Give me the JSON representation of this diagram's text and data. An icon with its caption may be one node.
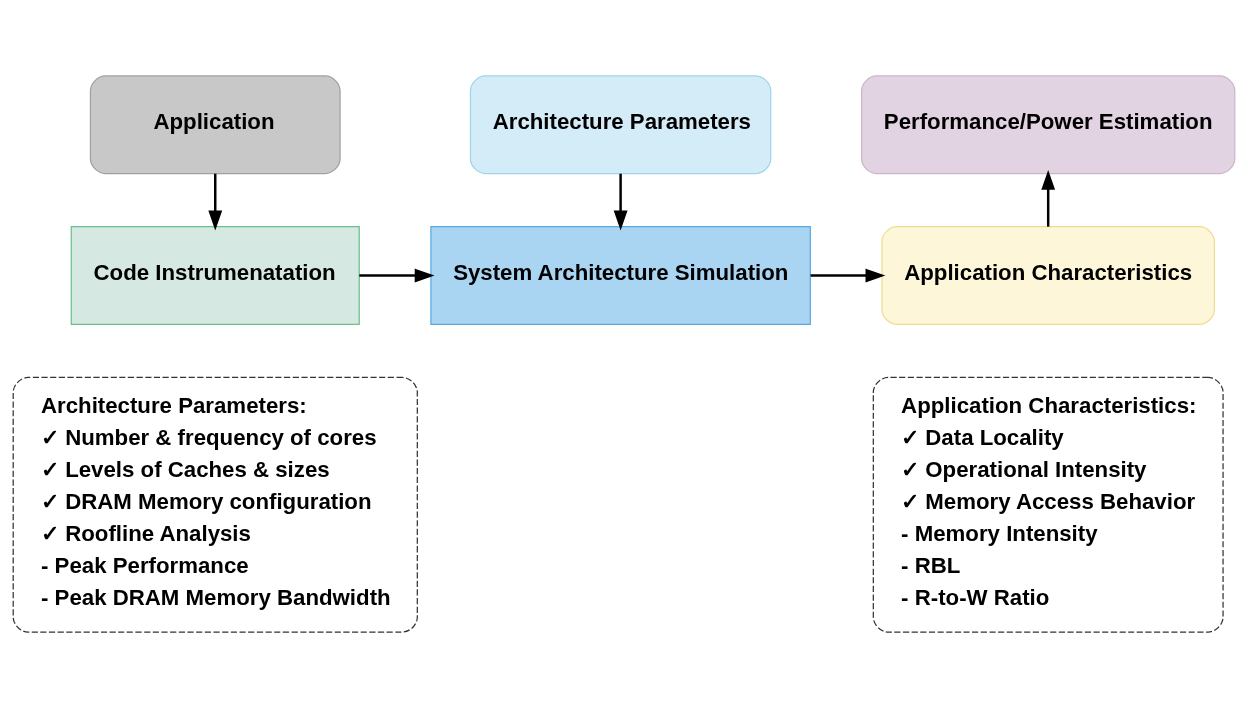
{
  "diagram": {
    "nodes": [
      {
        "text": [
          "Application"
        ]
      },
      {
        "text": [
          "Architecture Parameters"
        ]
      },
      {
        "text": [
          "Performance/Power Estimation"
        ]
      },
      {
        "text": [
          "Code Instrumenatation"
        ]
      },
      {
        "text": [
          "System Architecture Simulation"
        ]
      },
      {
        "text": [
          "Application Characteristics"
        ]
      },
      {
        "text": [
          "Architecture Parameters:",
          "✓ Number & frequency of cores",
          "✓ Levels of Caches & sizes",
          "✓ DRAM Memory configuration",
          "✓ Roofline Analysis",
          "- Peak Performance",
          "- Peak DRAM Memory Bandwidth"
        ]
      },
      {
        "text": [
          "Application Characteristics:",
          "✓ Data Locality",
          "✓ Operational Intensity",
          "✓ Memory Access Behavior",
          "- Memory Intensity",
          "- RBL",
          "- R-to-W Ratio"
        ]
      }
    ],
    "edges": [
      {
        "from": 0,
        "to": 3,
        "arrow": "to"
      },
      {
        "from": 1,
        "to": 4,
        "arrow": "to"
      },
      {
        "from": 3,
        "to": 4,
        "arrow": "to"
      },
      {
        "from": 4,
        "to": 5,
        "arrow": "to"
      },
      {
        "from": 5,
        "to": 2,
        "arrow": "to"
      }
    ]
  }
}
